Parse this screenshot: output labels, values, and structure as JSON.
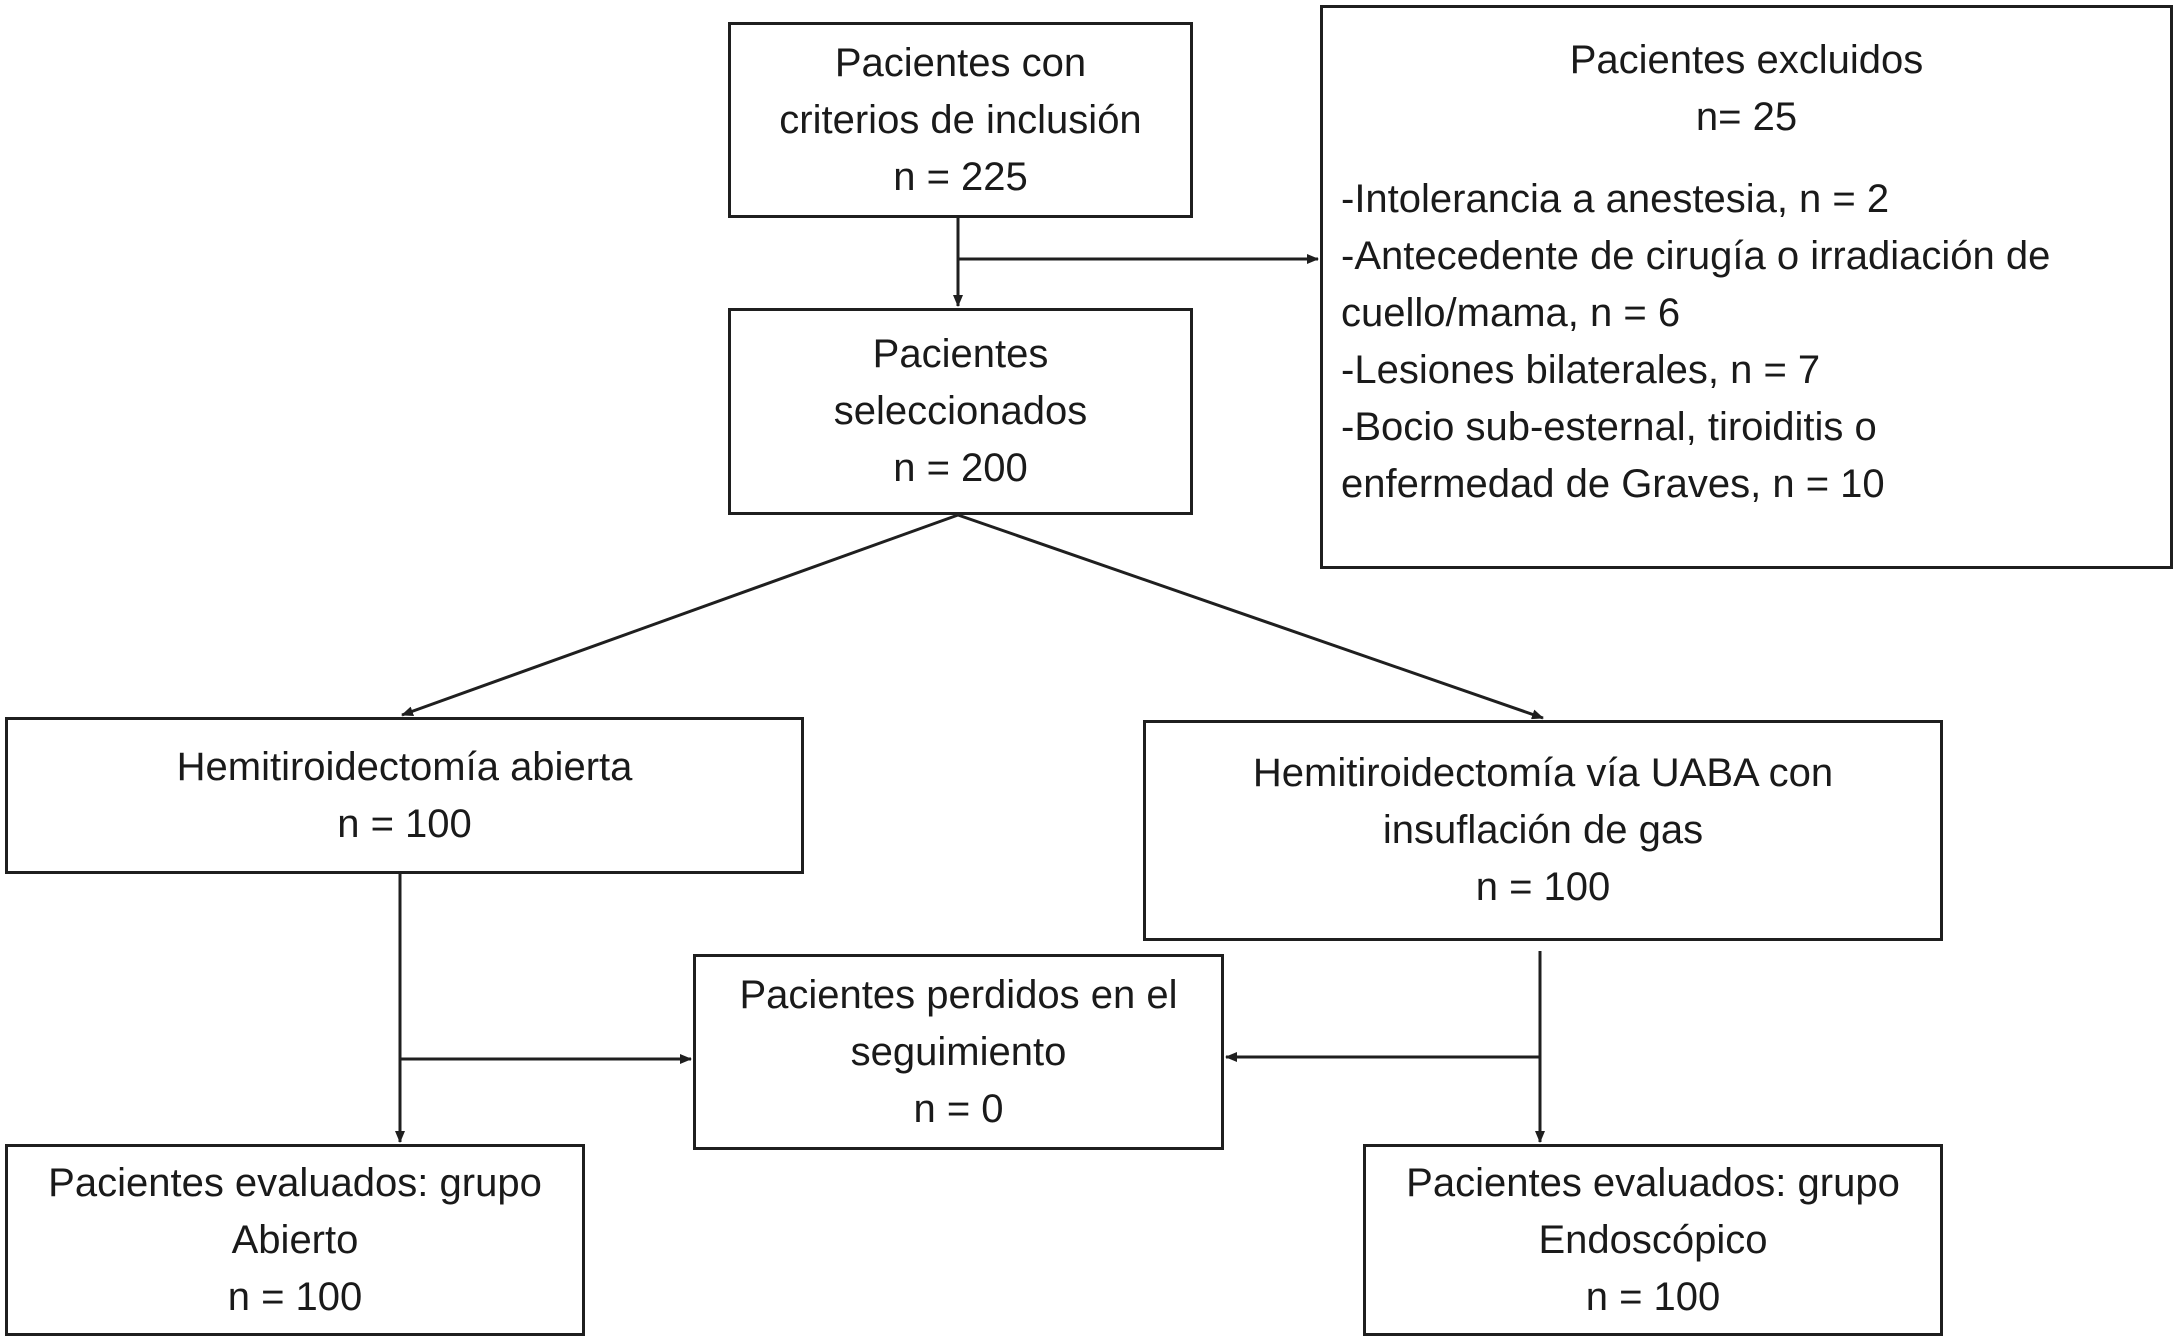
{
  "boxes": {
    "inclusion": {
      "lines": [
        "Pacientes con",
        "criterios de inclusión",
        "n = 225"
      ]
    },
    "selected": {
      "lines": [
        "Pacientes",
        "seleccionados",
        "n = 200"
      ]
    },
    "excluded": {
      "title": "Pacientes excluidos",
      "count": "n= 25",
      "items": [
        "-Intolerancia a anestesia, n = 2",
        "-Antecedente de cirugía o irradiación de",
        "cuello/mama, n = 6",
        "-Lesiones bilaterales, n = 7",
        "-Bocio sub-esternal, tiroiditis o",
        "enfermedad de Graves, n = 10"
      ]
    },
    "open": {
      "lines": [
        "Hemitiroidectomía abierta",
        "n = 100"
      ]
    },
    "uaba": {
      "lines": [
        "Hemitiroidectomía vía UABA con",
        "insuflación de gas",
        "n = 100"
      ]
    },
    "lost": {
      "lines": [
        "Pacientes perdidos en el",
        "seguimiento",
        "n = 0"
      ]
    },
    "eval_open": {
      "lines": [
        "Pacientes evaluados: grupo",
        "Abierto",
        "n = 100"
      ]
    },
    "eval_endo": {
      "lines": [
        "Pacientes evaluados: grupo",
        "Endoscópico",
        "n = 100"
      ]
    }
  },
  "colors": {
    "line": "#1f1f1f",
    "text": "#1a1a1a",
    "background": "#ffffff"
  }
}
